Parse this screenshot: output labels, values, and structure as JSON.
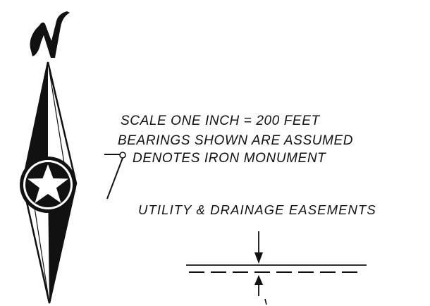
{
  "north_arrow": {
    "label": "N"
  },
  "legend": {
    "scale_text": "SCALE ONE INCH = 200 FEET",
    "bearings_text": "BEARINGS SHOWN ARE ASSUMED",
    "monument_text": "DENOTES IRON MONUMENT",
    "easement_title": "UTILITY & DRAINAGE EASEMENTS"
  },
  "colors": {
    "ink": "#111111",
    "paper": "#ffffff"
  }
}
